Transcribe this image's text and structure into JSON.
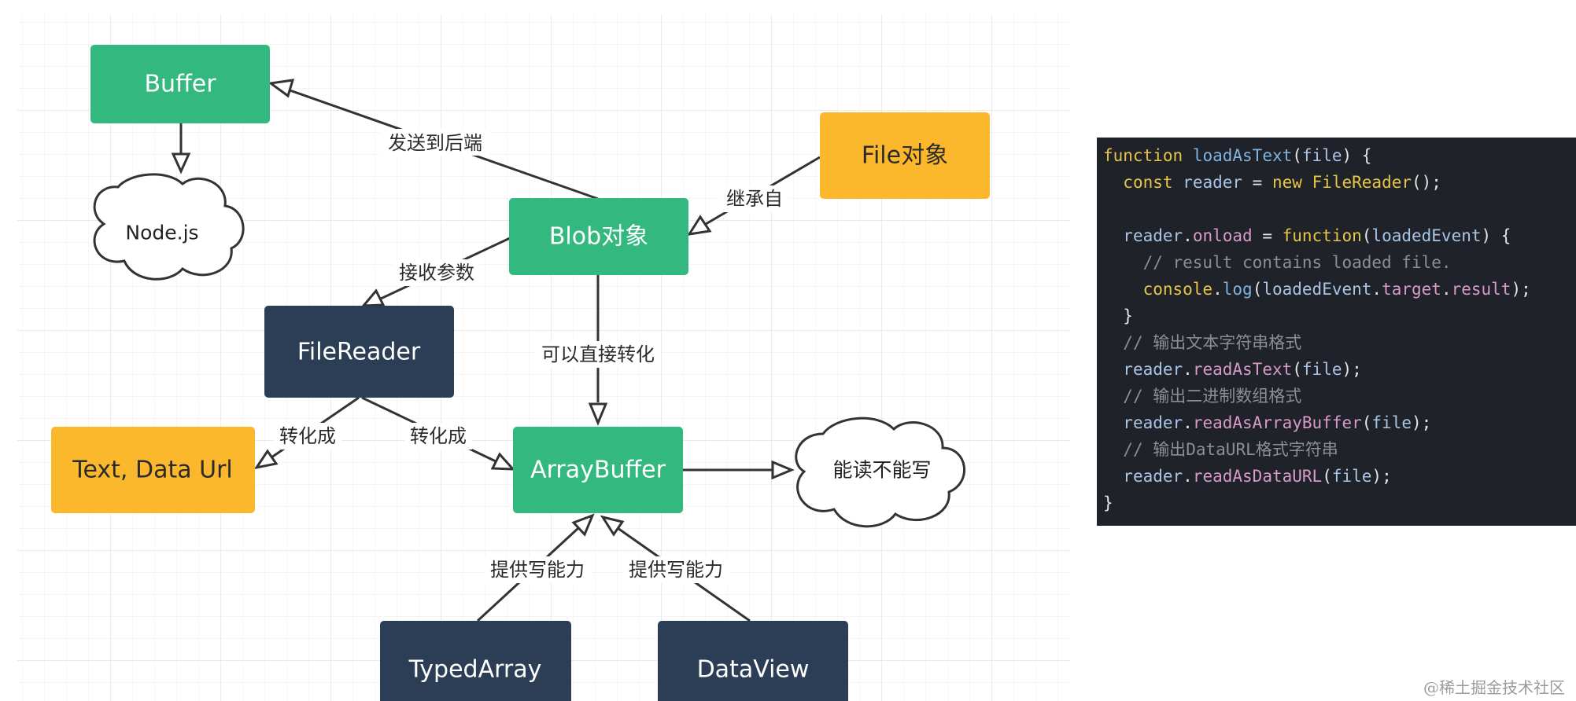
{
  "diagram": {
    "nodes": {
      "buffer": "Buffer",
      "nodejs": "Node.js",
      "blob": "Blob对象",
      "file": "File对象",
      "filereader": "FileReader",
      "text_dataurl": "Text, Data Url",
      "arraybuffer": "ArrayBuffer",
      "readonly": "能读不能写",
      "typedarray": "TypedArray",
      "dataview": "DataView"
    },
    "edge_labels": {
      "send_backend": "发送到后端",
      "inherits": "继承自",
      "receive_param": "接收参数",
      "convert_direct": "可以直接转化",
      "convert_to_1": "转化成",
      "convert_to_2": "转化成",
      "write_ability_1": "提供写能力",
      "write_ability_2": "提供写能力"
    },
    "colors": {
      "green": "#33b980",
      "orange": "#fbb82c",
      "navy": "#2c3e55",
      "code_bg": "#1f2329"
    }
  },
  "code": {
    "lines": [
      [
        {
          "t": "function",
          "c": "kw"
        },
        {
          "t": " "
        },
        {
          "t": "loadAsText",
          "c": "fn"
        },
        {
          "t": "("
        },
        {
          "t": "file",
          "c": "id"
        },
        {
          "t": ") {"
        }
      ],
      [
        {
          "t": "  "
        },
        {
          "t": "const",
          "c": "kw"
        },
        {
          "t": " "
        },
        {
          "t": "reader",
          "c": "id"
        },
        {
          "t": " = "
        },
        {
          "t": "new",
          "c": "kw"
        },
        {
          "t": " "
        },
        {
          "t": "FileReader",
          "c": "cls"
        },
        {
          "t": "();"
        }
      ],
      [
        {
          "t": ""
        }
      ],
      [
        {
          "t": "  "
        },
        {
          "t": "reader",
          "c": "id"
        },
        {
          "t": "."
        },
        {
          "t": "onload",
          "c": "prop"
        },
        {
          "t": " = "
        },
        {
          "t": "function",
          "c": "kw"
        },
        {
          "t": "("
        },
        {
          "t": "loadedEvent",
          "c": "id"
        },
        {
          "t": ") {"
        }
      ],
      [
        {
          "t": "    "
        },
        {
          "t": "// result contains loaded file.",
          "c": "cm"
        }
      ],
      [
        {
          "t": "    "
        },
        {
          "t": "console",
          "c": "kw"
        },
        {
          "t": "."
        },
        {
          "t": "log",
          "c": "fn"
        },
        {
          "t": "("
        },
        {
          "t": "loadedEvent",
          "c": "id"
        },
        {
          "t": "."
        },
        {
          "t": "target",
          "c": "prop"
        },
        {
          "t": "."
        },
        {
          "t": "result",
          "c": "prop"
        },
        {
          "t": ");"
        }
      ],
      [
        {
          "t": "  }"
        }
      ],
      [
        {
          "t": "  "
        },
        {
          "t": "// 输出文本字符串格式",
          "c": "cm"
        }
      ],
      [
        {
          "t": "  "
        },
        {
          "t": "reader",
          "c": "id"
        },
        {
          "t": "."
        },
        {
          "t": "readAsText",
          "c": "prop"
        },
        {
          "t": "("
        },
        {
          "t": "file",
          "c": "id"
        },
        {
          "t": ");"
        }
      ],
      [
        {
          "t": "  "
        },
        {
          "t": "// 输出二进制数组格式",
          "c": "cm"
        }
      ],
      [
        {
          "t": "  "
        },
        {
          "t": "reader",
          "c": "id"
        },
        {
          "t": "."
        },
        {
          "t": "readAsArrayBuffer",
          "c": "prop"
        },
        {
          "t": "("
        },
        {
          "t": "file",
          "c": "id"
        },
        {
          "t": ");"
        }
      ],
      [
        {
          "t": "  "
        },
        {
          "t": "// 输出DataURL格式字符串",
          "c": "cm"
        }
      ],
      [
        {
          "t": "  "
        },
        {
          "t": "reader",
          "c": "id"
        },
        {
          "t": "."
        },
        {
          "t": "readAsDataURL",
          "c": "prop"
        },
        {
          "t": "("
        },
        {
          "t": "file",
          "c": "id"
        },
        {
          "t": ");"
        }
      ],
      [
        {
          "t": "}"
        }
      ]
    ]
  },
  "footer": {
    "watermark": "@稀土掘金技术社区"
  }
}
